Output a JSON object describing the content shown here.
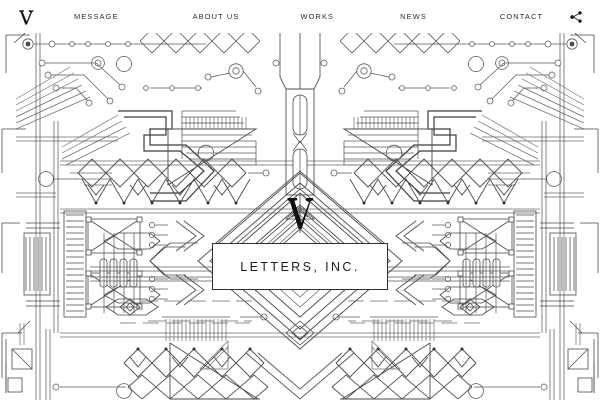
{
  "header": {
    "logo_icon": "letter-v-monogram-icon",
    "nav_items": [
      {
        "label": "MESSAGE"
      },
      {
        "label": "ABOUT US"
      },
      {
        "label": "WORKS"
      },
      {
        "label": "NEWS"
      },
      {
        "label": "CONTACT"
      }
    ],
    "share_icon": "share-icon"
  },
  "hero": {
    "wordmark": "LETTERS, INC.",
    "monogram_icon": "letter-v-monogram-icon",
    "artwork_name": "geometric-circuit-line-art"
  },
  "colors": {
    "background": "#ffffff",
    "ink": "#1a1a1a",
    "line": "#555555",
    "line_light": "#8a8a8a",
    "plate_border": "#2f2f2f"
  }
}
